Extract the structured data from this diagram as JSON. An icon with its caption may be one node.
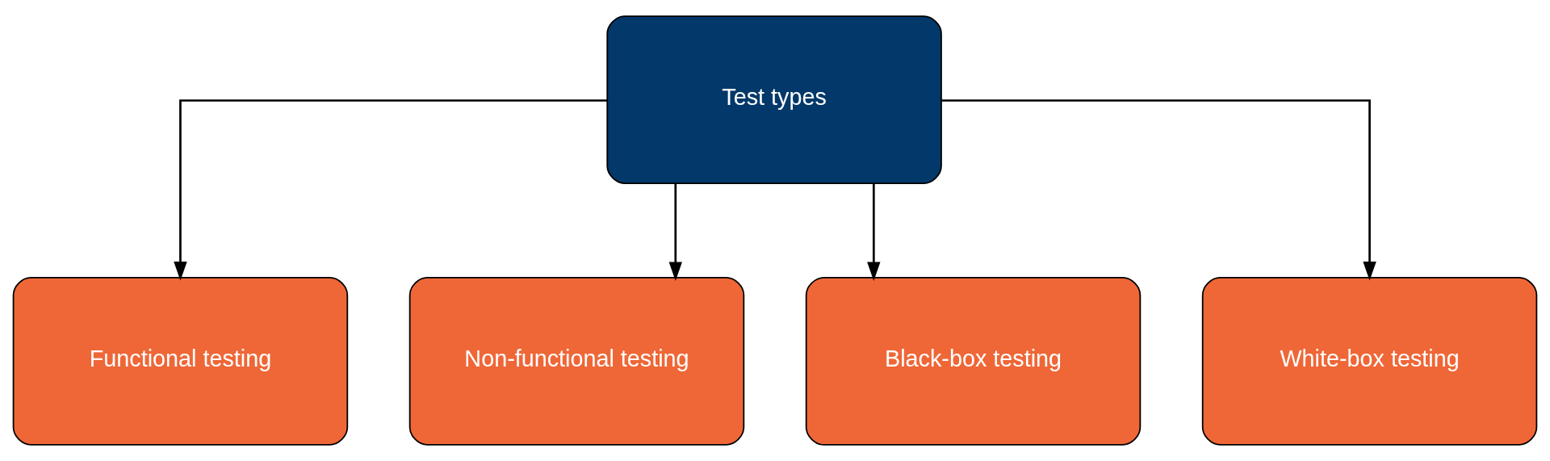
{
  "diagram": {
    "nodes": [
      {
        "text": [
          "Test types"
        ]
      },
      {
        "text": [
          "Functional testing"
        ]
      },
      {
        "text": [
          "Non-functional testing"
        ]
      },
      {
        "text": [
          "Black-box testing"
        ]
      },
      {
        "text": [
          "White-box testing"
        ]
      }
    ],
    "edges": [
      {
        "from": 0,
        "to": 1,
        "arrow": "to"
      },
      {
        "from": 0,
        "to": 2,
        "arrow": "to"
      },
      {
        "from": 0,
        "to": 3,
        "arrow": "to"
      },
      {
        "from": 0,
        "to": 4,
        "arrow": "to"
      }
    ]
  }
}
